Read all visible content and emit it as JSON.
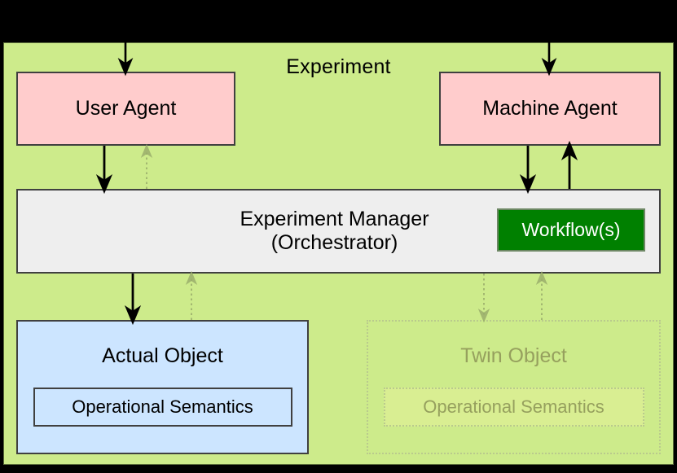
{
  "diagram": {
    "title": "Experiment",
    "container_color": "#cdeb8b",
    "background_color": "#000000",
    "nodes": {
      "user_agent": {
        "label": "User Agent",
        "fill": "#ffcccc",
        "stroke": "#404040"
      },
      "machine_agent": {
        "label": "Machine Agent",
        "fill": "#ffcccc",
        "stroke": "#404040"
      },
      "experiment_manager": {
        "label_line1": "Experiment Manager",
        "label_line2": "(Orchestrator)",
        "fill": "#eeeeee",
        "stroke": "#404040"
      },
      "workflows": {
        "label": "Workflow(s)",
        "fill": "#008000",
        "text_color": "#ffffff"
      },
      "actual_object": {
        "label": "Actual Object",
        "inner_label": "Operational Semantics",
        "fill": "#cce5ff",
        "stroke": "#404040"
      },
      "twin_object": {
        "label": "Twin Object",
        "inner_label": "Operational Semantics",
        "fill": "#d9ee92",
        "stroke": "#b9ca8d",
        "text_color": "#96a05e",
        "style": "ghosted-dotted"
      }
    },
    "edges": [
      {
        "name": "external-to-user-agent",
        "from": "outside-top",
        "to": "user_agent",
        "style": "solid",
        "color": "#000000"
      },
      {
        "name": "external-to-machine-agent",
        "from": "outside-top",
        "to": "machine_agent",
        "style": "solid",
        "color": "#000000"
      },
      {
        "name": "user-agent-to-manager",
        "from": "user_agent",
        "to": "experiment_manager",
        "style": "solid",
        "color": "#000000"
      },
      {
        "name": "manager-to-user-agent",
        "from": "experiment_manager",
        "to": "user_agent",
        "style": "dotted",
        "color": "#9aae6b"
      },
      {
        "name": "machine-agent-to-manager",
        "from": "machine_agent",
        "to": "experiment_manager",
        "style": "solid",
        "color": "#000000"
      },
      {
        "name": "manager-to-machine-agent",
        "from": "experiment_manager",
        "to": "machine_agent",
        "style": "solid",
        "color": "#000000"
      },
      {
        "name": "manager-to-actual-object",
        "from": "experiment_manager",
        "to": "actual_object",
        "style": "solid",
        "color": "#000000"
      },
      {
        "name": "actual-object-to-manager",
        "from": "actual_object",
        "to": "experiment_manager",
        "style": "dotted",
        "color": "#9aae6b"
      },
      {
        "name": "manager-to-twin-object",
        "from": "experiment_manager",
        "to": "twin_object",
        "style": "dotted",
        "color": "#9aae6b"
      },
      {
        "name": "twin-object-to-manager",
        "from": "twin_object",
        "to": "experiment_manager",
        "style": "dotted",
        "color": "#9aae6b"
      }
    ]
  }
}
